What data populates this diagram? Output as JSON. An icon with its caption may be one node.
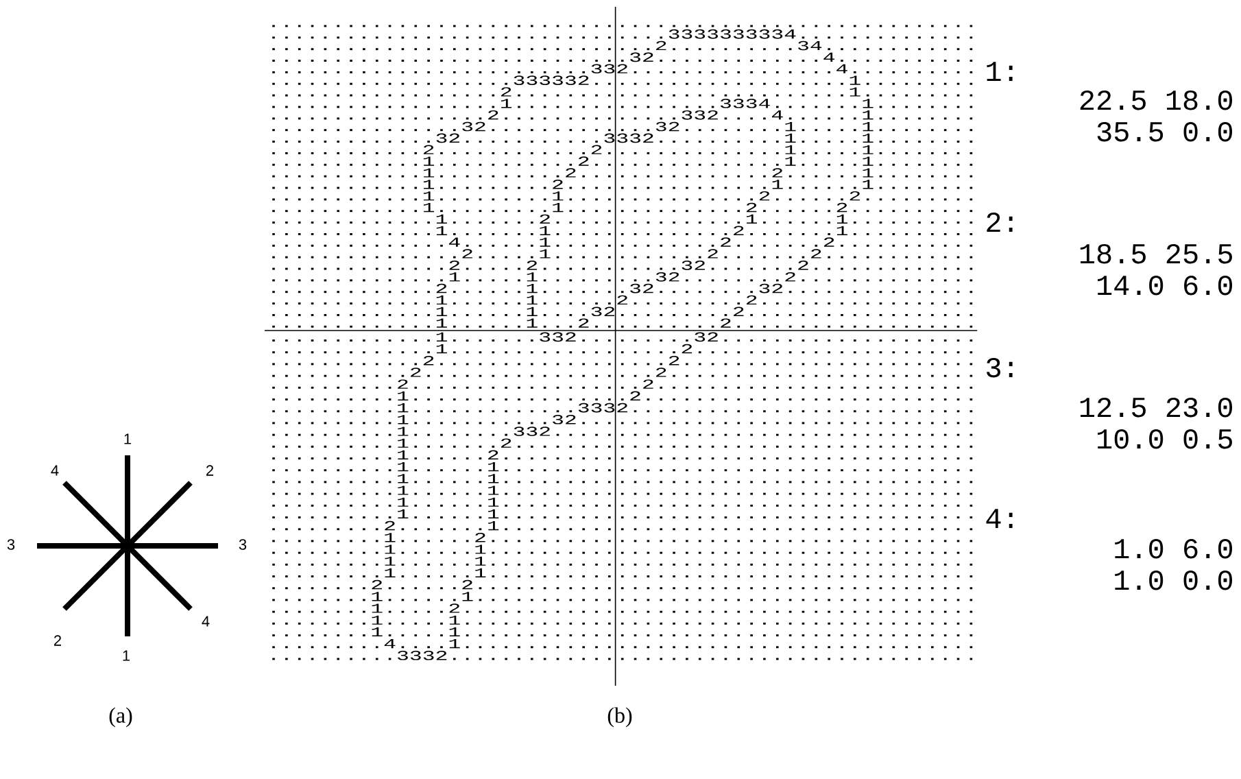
{
  "diagram": {
    "labels": [
      "1",
      "4",
      "2",
      "3",
      "3",
      "4",
      "2",
      "1",
      ".......................................................",
      "...............................3333333334..............",
      "..............................2..........34............",
      "............................32.............4...........",
      ".........................332................4..........",
      "...................333332....................1.........",
      "..................2..........................1.........",
      "..................1................3334.......1........",
      ".................2..............332....4......1........",
      "...............32.............32........1.....1........",
      ".............32...........3332..........1.....1........",
      "............2............2..............1.....1........",
      "............1...........2...............1.....1........",
      "............1..........2...............2......1........",
      "............1.........2................1......1........",
      "............1.........1...............2......2.........",
      "............1.........1..............2......2..........",
      ".............1.......2...............1......1..........",
      ".............1.......1..............2.......1..........",
      "..............4......1.............2.......2...........",
      "...............2.....1............2.......2............",
      "..............2.....2...........32.......2.............",
      "..............1.....1.........32........2..............",
      ".............2......1.......32........32...............",
      ".............1......1......2.........2.................",
      ".............1......1....32.........2..................",
      ".............1......1...2..........2...................",
      ".............1.......332.........32....................",
      ".............1..................2......................",
      "............2..................2.......................",
      "...........2..................2........................",
      "..........2..................2.........................",
      "..........1.................2..........................",
      "..........1.............3332...........................",
      "..........1...........32...............................",
      "..........1........332.................................",
      "..........1.......2....................................",
      "..........1......2.....................................",
      "..........1......1.....................................",
      "..........1......1.....................................",
      "..........1......1.....................................",
      "..........1......1.....................................",
      "..........1......1.....................................",
      ".........2.......1.....................................",
      ".........1......2......................................",
      ".........1......1......................................",
      ".........1......1......................................",
      ".........1......1......................................",
      "........2......2.......................................",
      "........1......1.......................................",
      "........1.....2........................................",
      "........1.....1........................................",
      "........1.....1........................................",
      ".........4....1........................................",
      "..........3332.........................................",
      "1:",
      "22.5 18.0",
      "35.5 0.0",
      "2:",
      "18.5 25.5",
      "14.0 6.0",
      "3:",
      "12.5 23.0",
      "10.0 0.5",
      "4:",
      "1.0 6.0",
      "1.0 0.0",
      "(a)",
      "(b)"
    ]
  }
}
